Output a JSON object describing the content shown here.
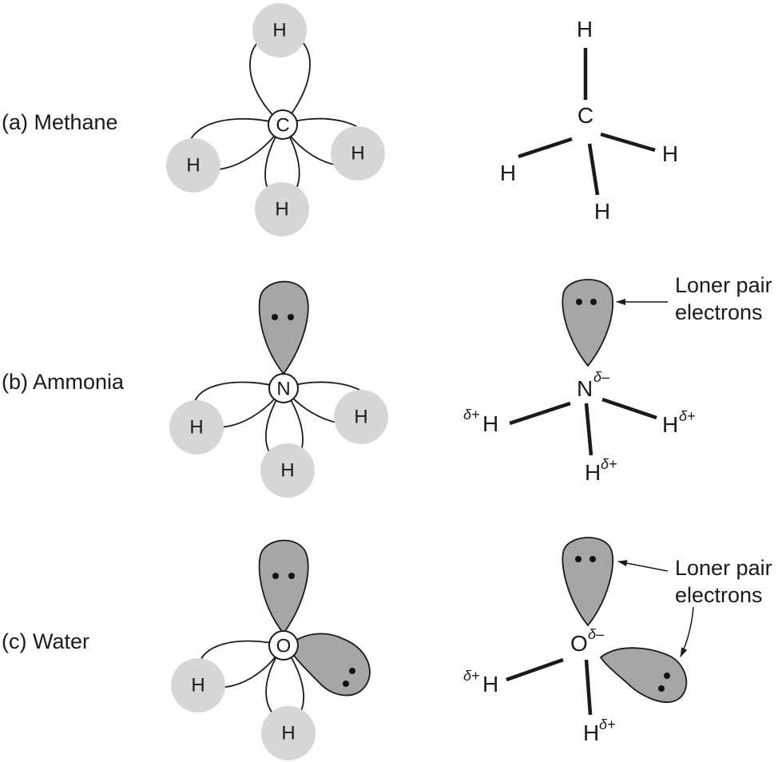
{
  "rows": [
    {
      "label": "(a) Methane",
      "central_atom": "C",
      "hydrogen": "H",
      "structure": {
        "central": "C",
        "h": "H"
      }
    },
    {
      "label": "(b) Ammonia",
      "central_atom": "N",
      "hydrogen": "H",
      "structure": {
        "central": "N",
        "central_charge": "δ–",
        "h": "H",
        "h_charge": "δ+"
      },
      "annotation": {
        "line1": "Loner pair",
        "line2": "electrons"
      }
    },
    {
      "label": "(c) Water",
      "central_atom": "O",
      "hydrogen": "H",
      "structure": {
        "central": "O",
        "central_charge": "δ–",
        "h": "H",
        "h_charge": "δ+"
      },
      "annotation": {
        "line1": "Loner pair",
        "line2": "electrons"
      }
    }
  ],
  "colors": {
    "hydrogen_fill": "#d6d6d6",
    "lone_pair_fill": "#a6a6a6",
    "line": "#1a1a1a"
  }
}
